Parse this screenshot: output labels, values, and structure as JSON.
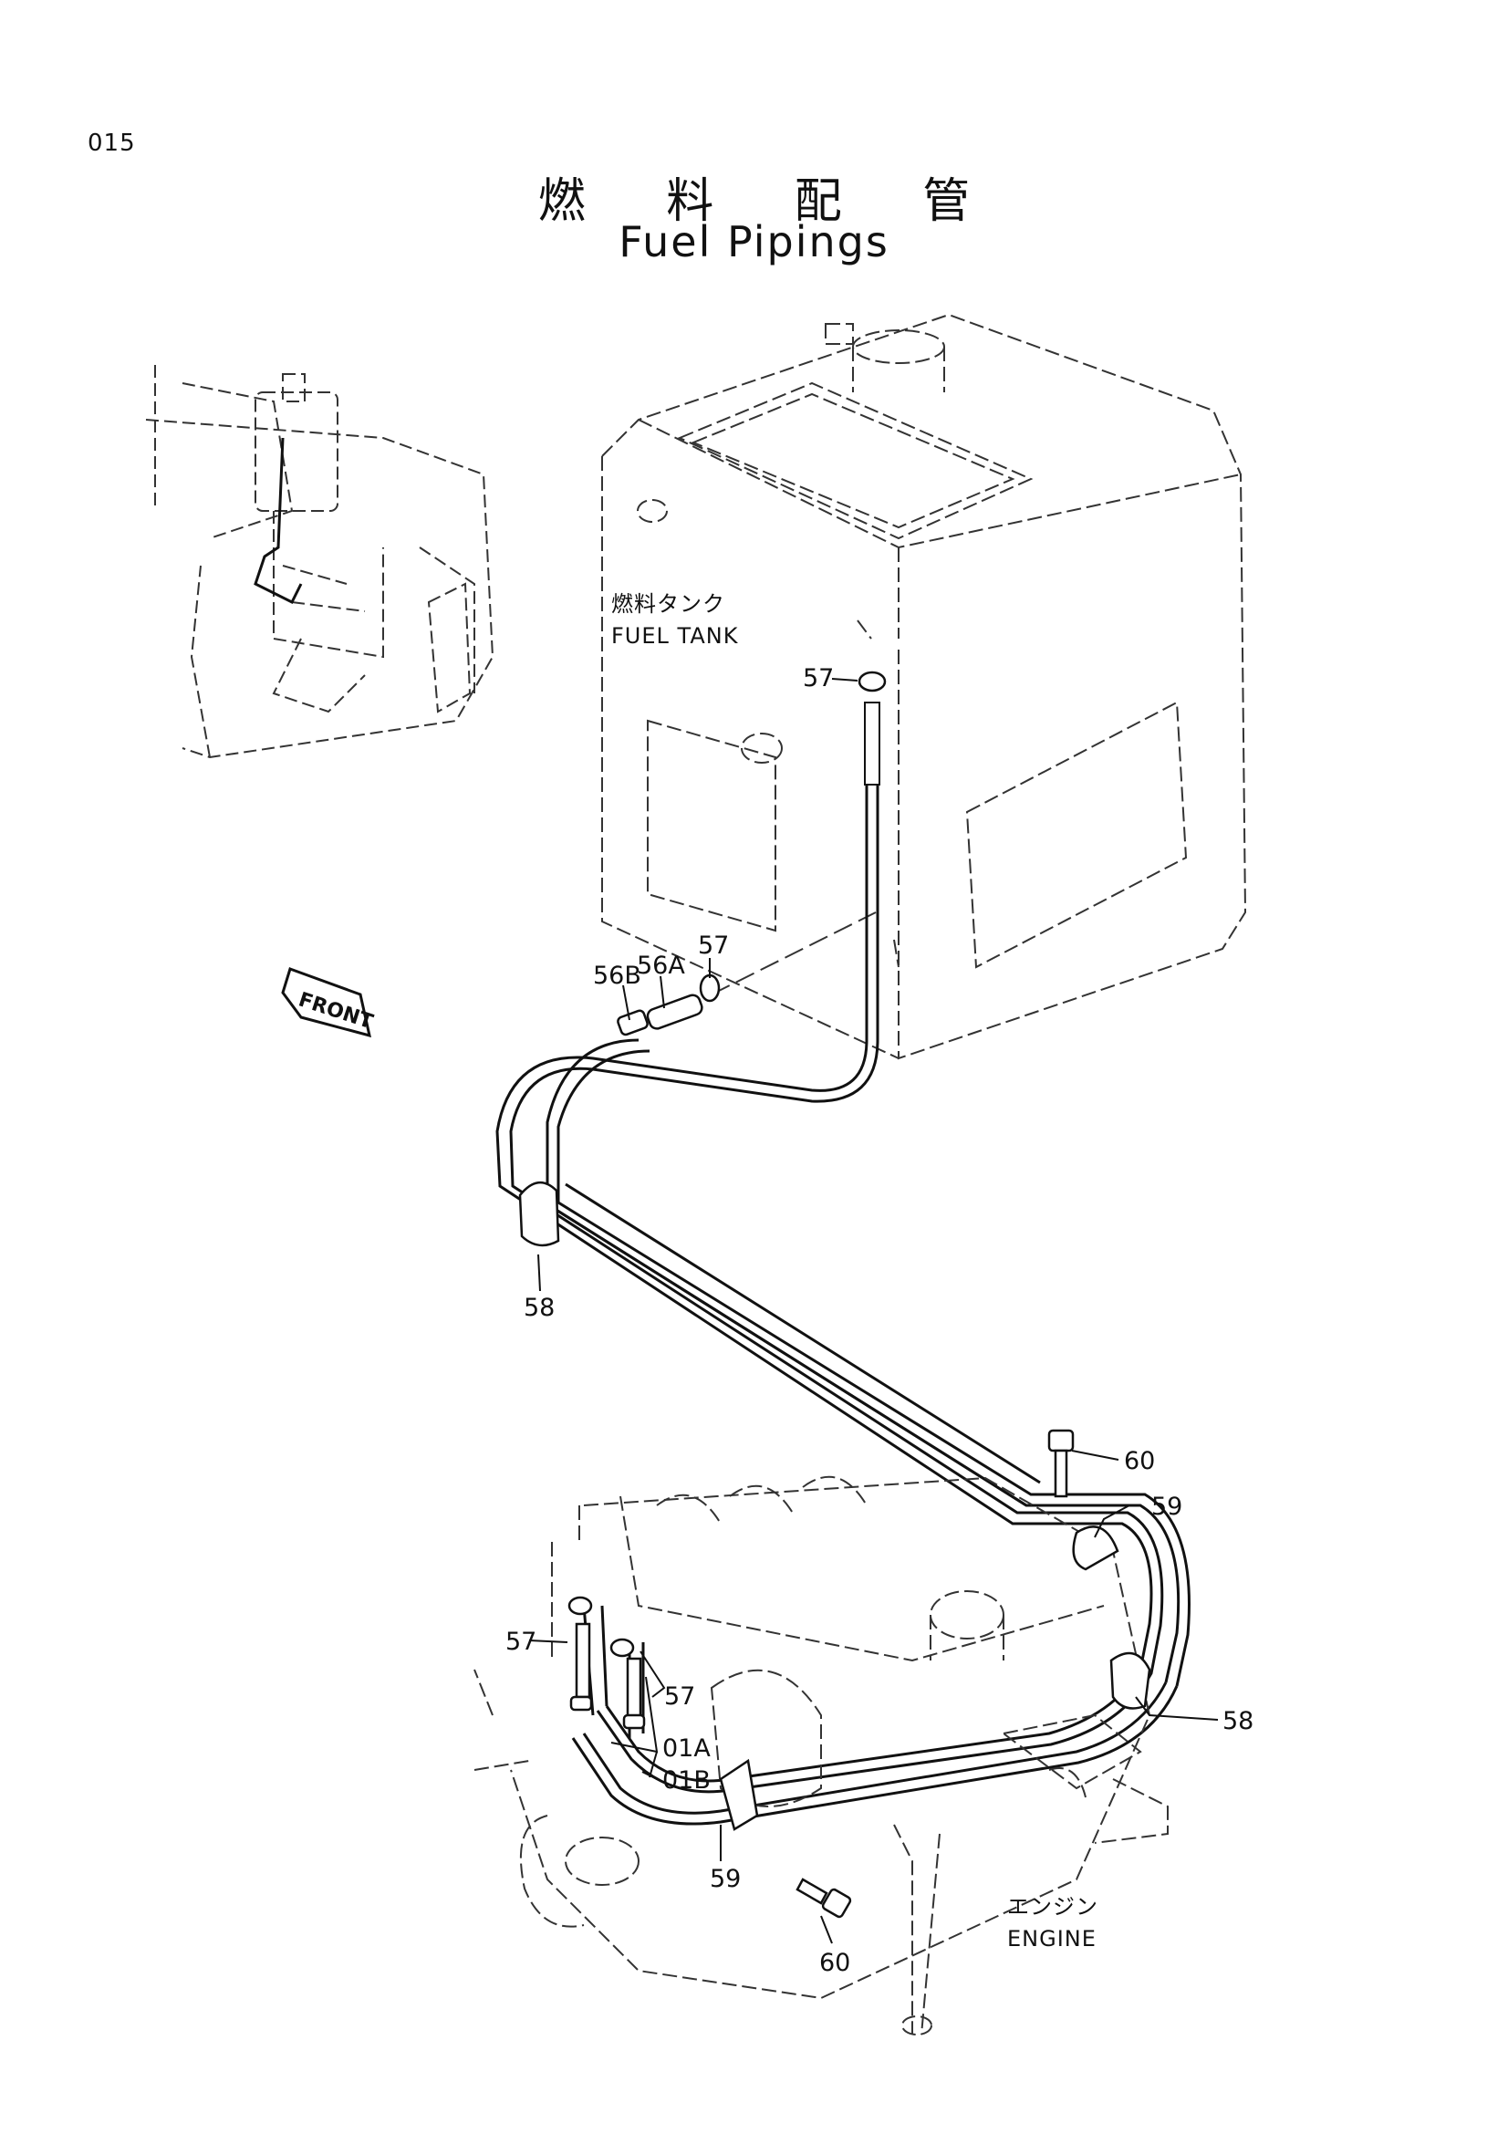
{
  "page_number": "015",
  "title_jp": "燃 料 配 管",
  "title_en": "Fuel Pipings",
  "labels": {
    "fuel_tank_jp": "燃料タンク",
    "fuel_tank_en": "FUEL TANK",
    "engine_jp": "エンジン",
    "engine_en": "ENGINE",
    "front": "FRONT"
  },
  "callouts": {
    "c57_top": "57",
    "c57_mid": "57",
    "c56a": "56A",
    "c56b": "56B",
    "c58_left": "58",
    "c60_top": "60",
    "c59_top": "59",
    "c58_right": "58",
    "c57_eng_a": "57",
    "c57_eng_b": "57",
    "c01a": "01A",
    "c01b": "01B",
    "c59_bottom": "59",
    "c60_bottom": "60"
  }
}
